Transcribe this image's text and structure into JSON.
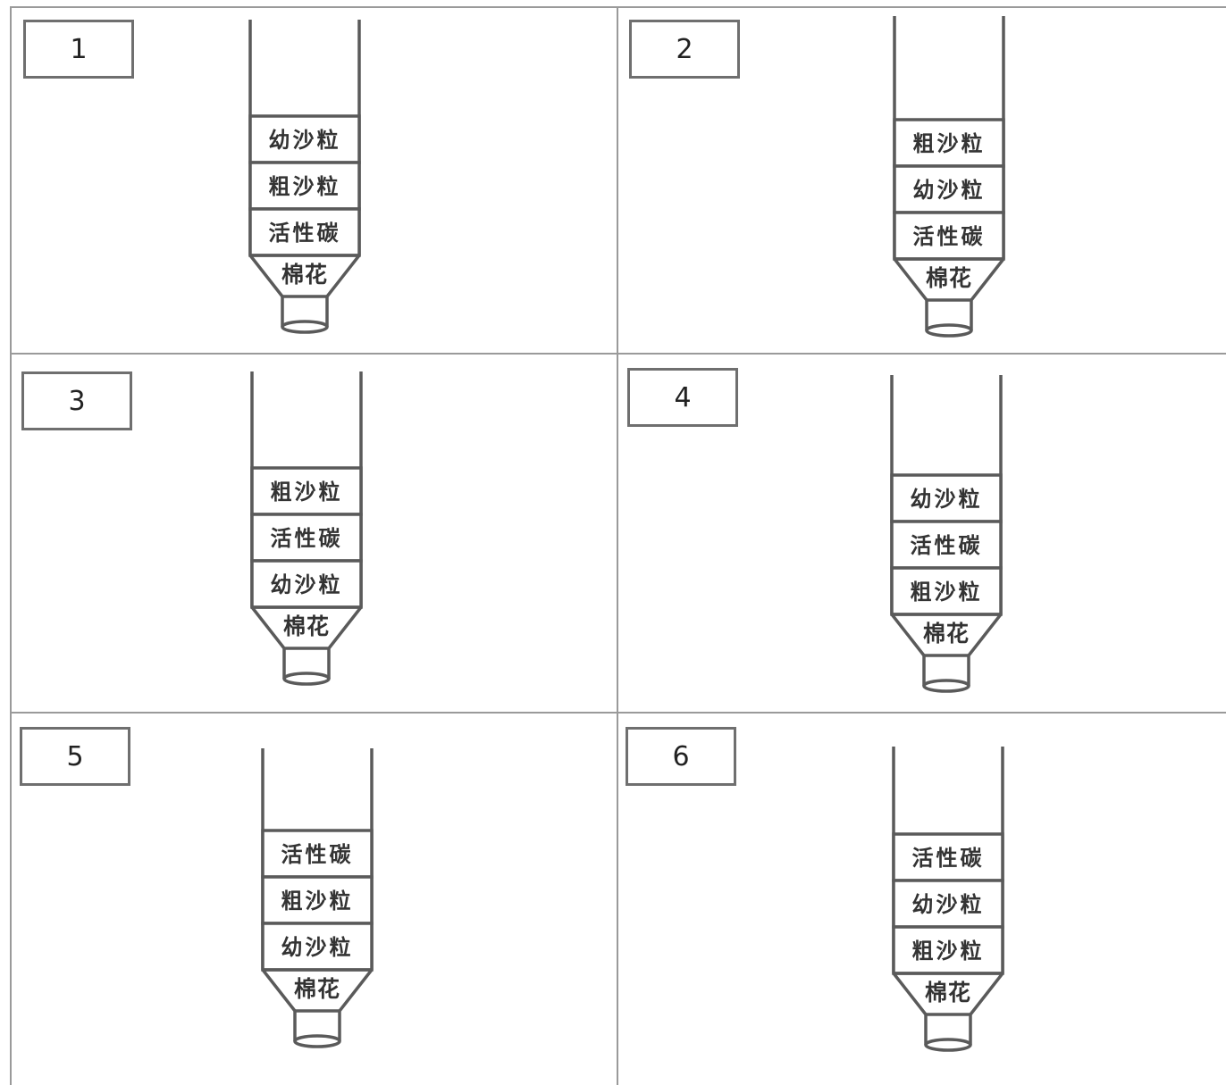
{
  "panels": [
    {
      "number": "1",
      "layers": [
        "幼沙粒",
        "粗沙粒",
        "活性碳"
      ],
      "bottom": "棉花"
    },
    {
      "number": "2",
      "layers": [
        "粗沙粒",
        "幼沙粒",
        "活性碳"
      ],
      "bottom": "棉花"
    },
    {
      "number": "3",
      "layers": [
        "粗沙粒",
        "活性碳",
        "幼沙粒"
      ],
      "bottom": "棉花"
    },
    {
      "number": "4",
      "layers": [
        "幼沙粒",
        "活性碳",
        "粗沙粒"
      ],
      "bottom": "棉花"
    },
    {
      "number": "5",
      "layers": [
        "活性碳",
        "粗沙粒",
        "幼沙粒"
      ],
      "bottom": "棉花"
    },
    {
      "number": "6",
      "layers": [
        "活性碳",
        "幼沙粒",
        "粗沙粒"
      ],
      "bottom": "棉花"
    }
  ],
  "colors": {
    "line": "#5a5a5a",
    "grid": "#9a9a9a",
    "text": "#333333"
  }
}
